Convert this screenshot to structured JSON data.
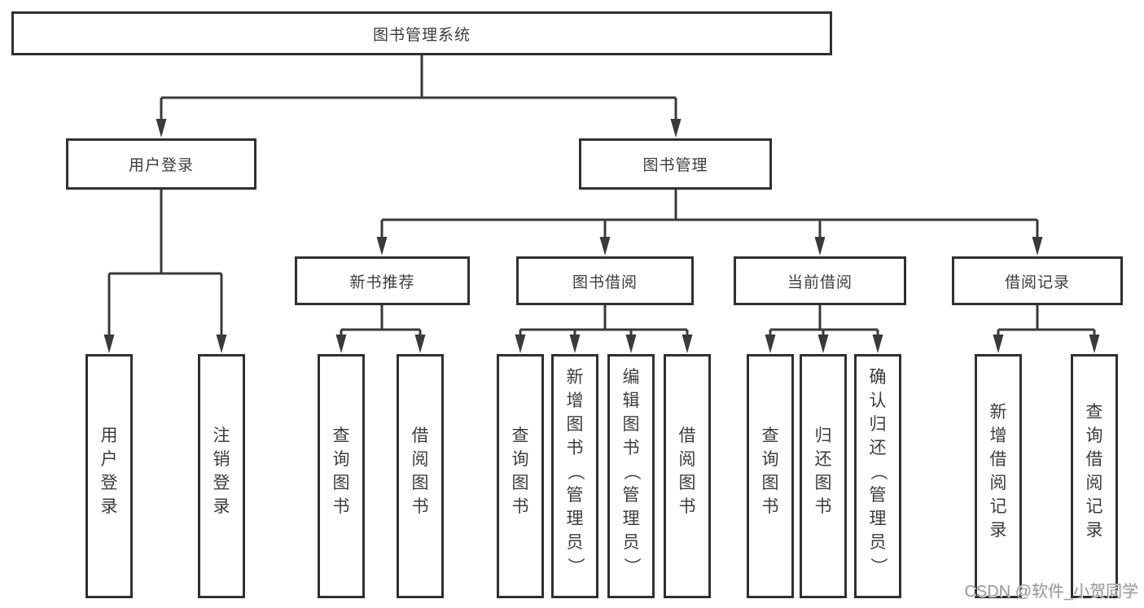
{
  "diagram": {
    "title": "图书管理系统",
    "level2": {
      "user_login": "用户登录",
      "book_mgmt": "图书管理"
    },
    "level3": {
      "new_books": "新书推荐",
      "book_borrow": "图书借阅",
      "current_borrow": "当前借阅",
      "borrow_records": "借阅记录"
    },
    "leaves": {
      "user_login": [
        "用户登录",
        "注销登录"
      ],
      "new_books": [
        "查询图书",
        "借阅图书"
      ],
      "book_borrow": [
        "查询图书",
        "新增图书（管理员）",
        "编辑图书（管理员）",
        "借阅图书"
      ],
      "current_borrow": [
        "查询图书",
        "归还图书",
        "确认归还（管理员）"
      ],
      "borrow_records": [
        "新增借阅记录",
        "查询借阅记录"
      ]
    },
    "watermark": "CSDN @软件_小贺同学",
    "colors": {
      "line": "#3a3a3a",
      "border": "#303030",
      "text": "#3c3c3c",
      "watermark": "#9c9c9c",
      "background": "#ffffff"
    }
  }
}
